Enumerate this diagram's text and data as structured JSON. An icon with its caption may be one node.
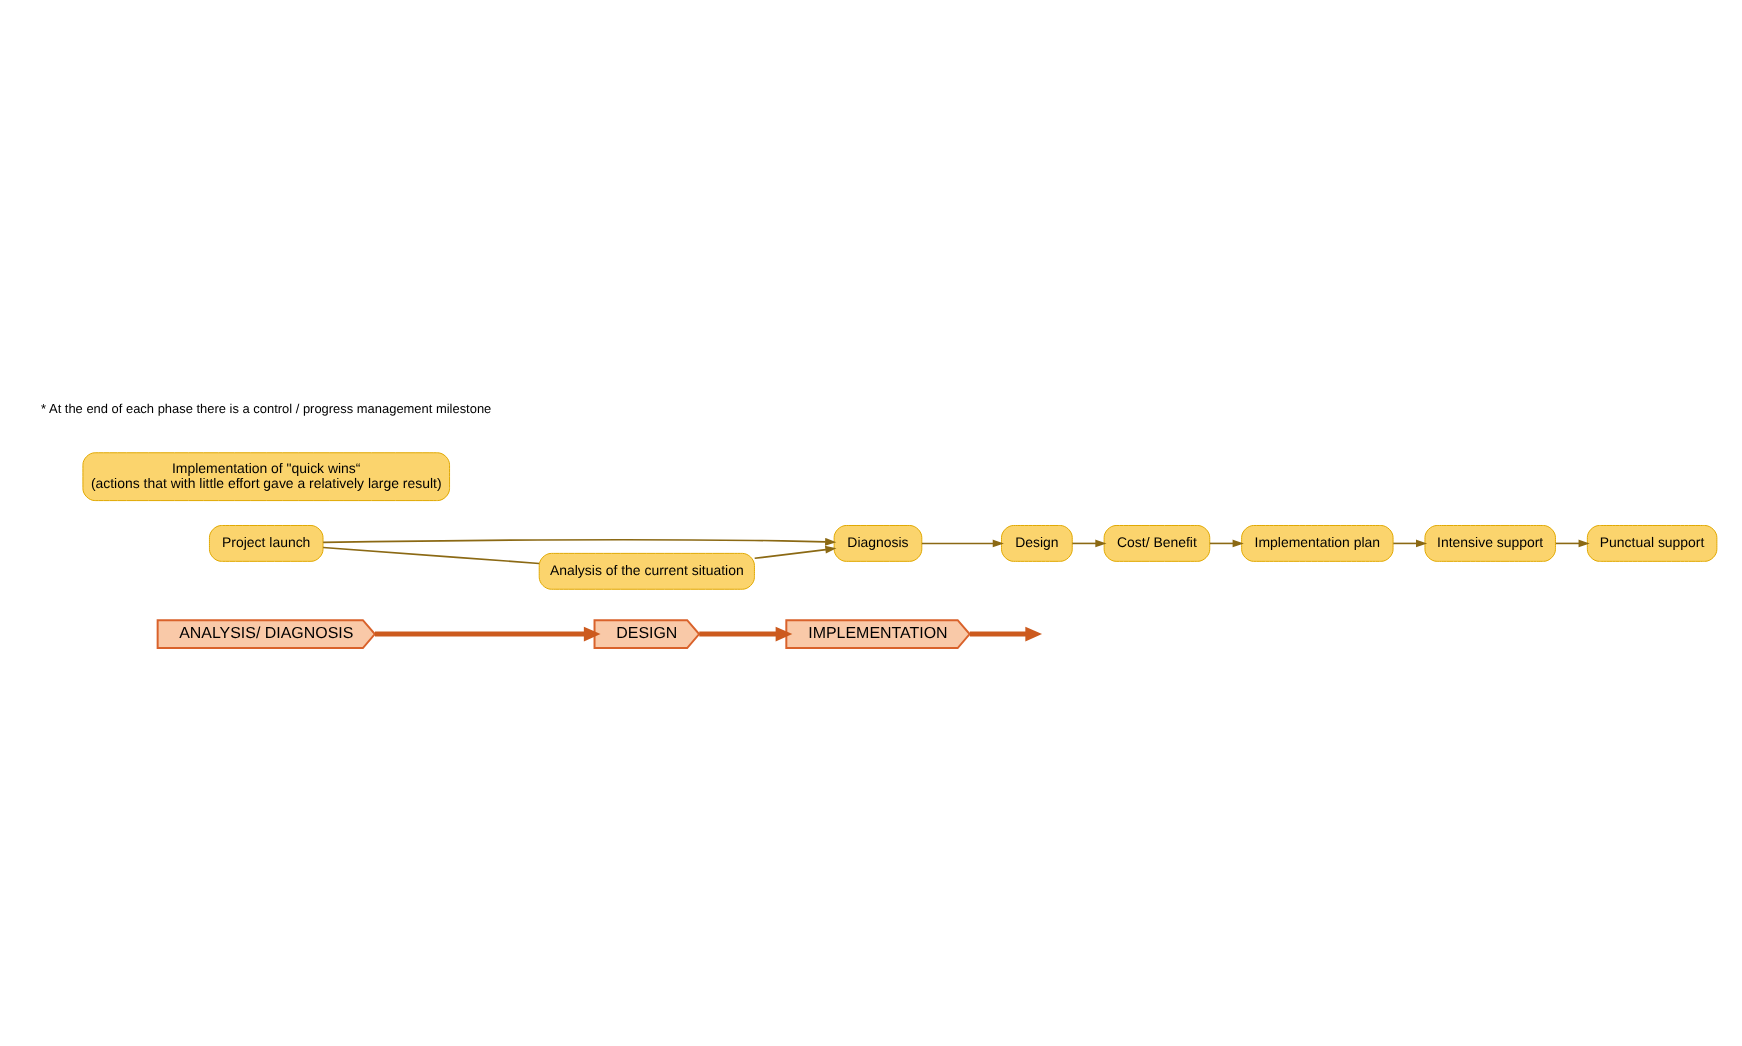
{
  "diagram": {
    "nodes": [
      {
        "text": [
          "ANALYSIS/ DIAGNOSIS"
        ]
      },
      {
        "text": [
          "DESIGN"
        ]
      },
      {
        "text": [
          "IMPLEMENTATION"
        ]
      },
      {
        "text": [
          "Project launch"
        ]
      },
      {
        "text": [
          "Diagnosis"
        ]
      },
      {
        "text": [
          "Analysis of the current situation"
        ]
      },
      {
        "text": [
          "Design"
        ]
      },
      {
        "text": [
          "Cost/ Benefit"
        ]
      },
      {
        "text": [
          "Implementation plan"
        ]
      },
      {
        "text": [
          "Intensive support"
        ]
      },
      {
        "text": [
          "Punctual support"
        ]
      },
      {
        "text": [
          "Implementation of \"quick wins“",
          "(actions that with little effort gave a relatively large result)"
        ]
      }
    ],
    "edges": [
      {
        "from": 0,
        "to": 1,
        "arrow": "to",
        "style": "thick",
        "color": "#cc5a1e"
      },
      {
        "from": 1,
        "to": 2,
        "arrow": "to",
        "style": "thick",
        "color": "#cc5a1e"
      },
      {
        "from": 2,
        "to": null,
        "arrow": "to",
        "style": "thick",
        "color": "#cc5a1e"
      },
      {
        "from": 3,
        "to": 4,
        "arrow": "to"
      },
      {
        "from": 3,
        "to": 5,
        "arrow": "none"
      },
      {
        "from": 5,
        "to": 4,
        "arrow": "to"
      },
      {
        "from": 4,
        "to": 6,
        "arrow": "to"
      },
      {
        "from": 6,
        "to": 7,
        "arrow": "to"
      },
      {
        "from": 7,
        "to": 8,
        "arrow": "to"
      },
      {
        "from": 8,
        "to": 9,
        "arrow": "to"
      },
      {
        "from": 9,
        "to": 10,
        "arrow": "to"
      }
    ],
    "labels": [
      "* At the end of each phase there is a control / progress management milestone"
    ]
  }
}
